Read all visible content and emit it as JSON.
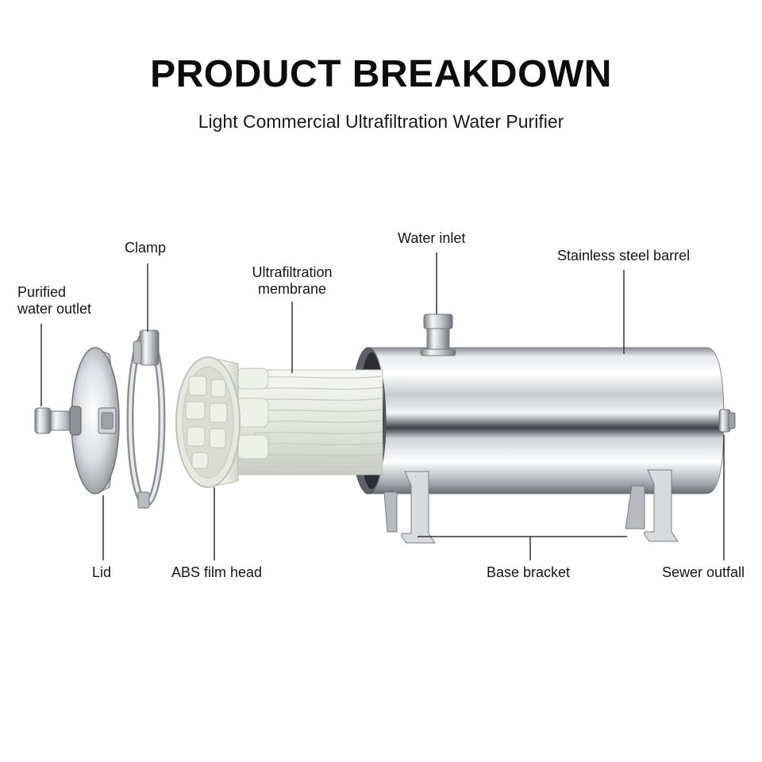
{
  "header": {
    "title": "PRODUCT BREAKDOWN",
    "subtitle": "Light Commercial Ultrafiltration Water Purifier"
  },
  "labels": {
    "purified_water_outlet": [
      "Purified",
      "water outlet"
    ],
    "clamp": "Clamp",
    "ultrafiltration_membrane": [
      "Ultrafiltration",
      "membrane"
    ],
    "water_inlet": "Water inlet",
    "stainless_steel_barrel": "Stainless steel barrel",
    "lid": "Lid",
    "abs_film_head": "ABS film head",
    "base_bracket": "Base bracket",
    "sewer_outfall": "Sewer outfall"
  },
  "colors": {
    "text": "#111111",
    "leader_line": "#333333",
    "steel_light": "#f4f5f7",
    "steel_dark": "#6b6f75",
    "membrane": "#e9ebe6"
  }
}
